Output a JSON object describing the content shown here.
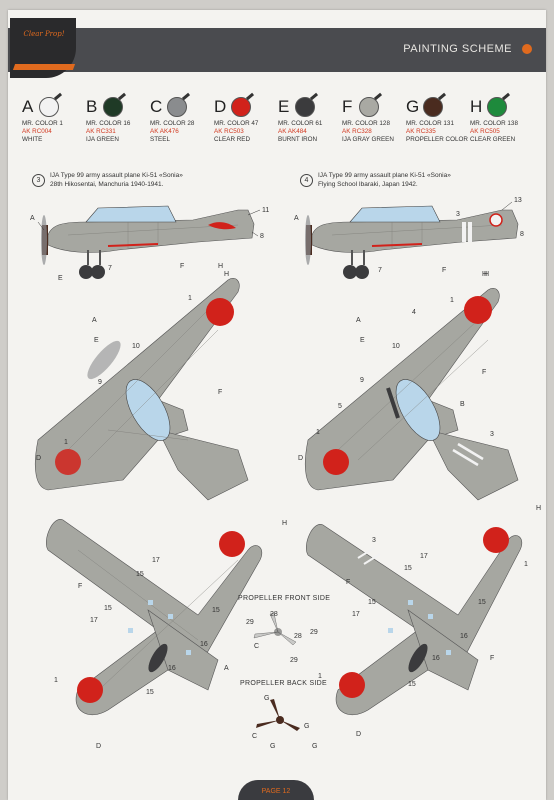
{
  "header": {
    "logo_text": "Clear Prop!",
    "title": "PAINTING SCHEME"
  },
  "colors": [
    {
      "letter": "A",
      "mr": "MR. COLOR 1",
      "ak": "AK RC004",
      "name": "WHITE",
      "hex": "#f2f2f2"
    },
    {
      "letter": "B",
      "mr": "MR. COLOR 16",
      "ak": "AK RC331",
      "name": "IJA GREEN",
      "hex": "#1f3a26"
    },
    {
      "letter": "C",
      "mr": "MR. COLOR 28",
      "ak": "AK AK476",
      "name": "STEEL",
      "hex": "#8a8c8e"
    },
    {
      "letter": "D",
      "mr": "MR. COLOR 47",
      "ak": "AK RC503",
      "name": "CLEAR RED",
      "hex": "#d1221b"
    },
    {
      "letter": "E",
      "mr": "MR. COLOR 61",
      "ak": "AK AK484",
      "name": "BURNT IRON",
      "hex": "#3b3b3d"
    },
    {
      "letter": "F",
      "mr": "MR. COLOR 128",
      "ak": "AK RC328",
      "name": "IJA GRAY GREEN",
      "hex": "#a9a9a3"
    },
    {
      "letter": "G",
      "mr": "MR. COLOR 131",
      "ak": "AK RC335",
      "name": "PROPELLER COLOR",
      "hex": "#4a2b1f"
    },
    {
      "letter": "H",
      "mr": "MR. COLOR 138",
      "ak": "AK RC505",
      "name": "CLEAR GREEN",
      "hex": "#1e8a3c"
    }
  ],
  "schemes": [
    {
      "number": "3",
      "line1": "IJA Type 99 army assault plane Ki-51 «Sonia»",
      "line2": "28th Hikosentai, Manchuria 1940-1941."
    },
    {
      "number": "4",
      "line1": "IJA Type 99 army assault plane Ki-51 «Sonia»",
      "line2": "Flying School Ibaraki, Japan 1942."
    }
  ],
  "propeller": {
    "front_title": "PROPELLER FRONT SIDE",
    "back_title": "PROPELLER BACK SIDE"
  },
  "callouts": {
    "n1": "1",
    "n3": "3",
    "n4": "4",
    "n5": "5",
    "n7": "7",
    "n8": "8",
    "n9": "9",
    "n10": "10",
    "n11": "11",
    "n13": "13",
    "n15": "15",
    "n16": "16",
    "n17": "17",
    "n28": "28",
    "n29": "29",
    "A": "A",
    "B": "B",
    "C": "C",
    "D": "D",
    "E": "E",
    "F": "F",
    "G": "G",
    "H": "H"
  },
  "footer": {
    "page": "PAGE 12"
  }
}
